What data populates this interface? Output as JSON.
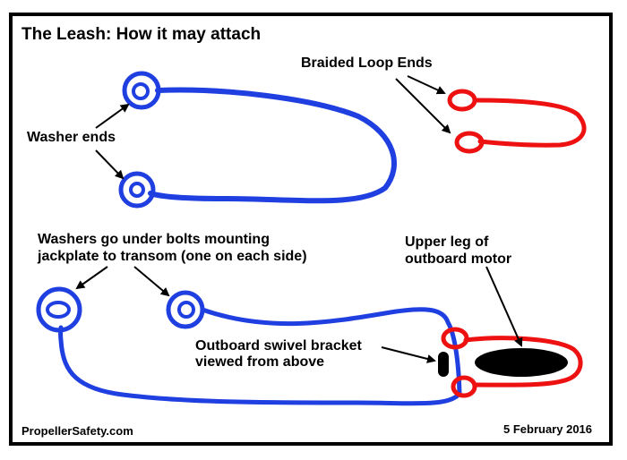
{
  "title": "The Leash: How it may attach",
  "labels": {
    "braided_loop_ends": "Braided Loop Ends",
    "washer_ends": "Washer ends",
    "washers_go_under_line1": "Washers go under bolts mounting",
    "washers_go_under_line2": "jackplate to transom (one on each side)",
    "upper_leg_line1": "Upper leg of",
    "upper_leg_line2": "outboard motor",
    "swivel_bracket_line1": "Outboard swivel bracket",
    "swivel_bracket_line2": "viewed from above"
  },
  "footer": {
    "website": "PropellerSafety.com",
    "date": "5 February 2016"
  },
  "colors": {
    "leash": "#1f3fe0",
    "loop": "#ee1111",
    "ink": "#000000"
  }
}
